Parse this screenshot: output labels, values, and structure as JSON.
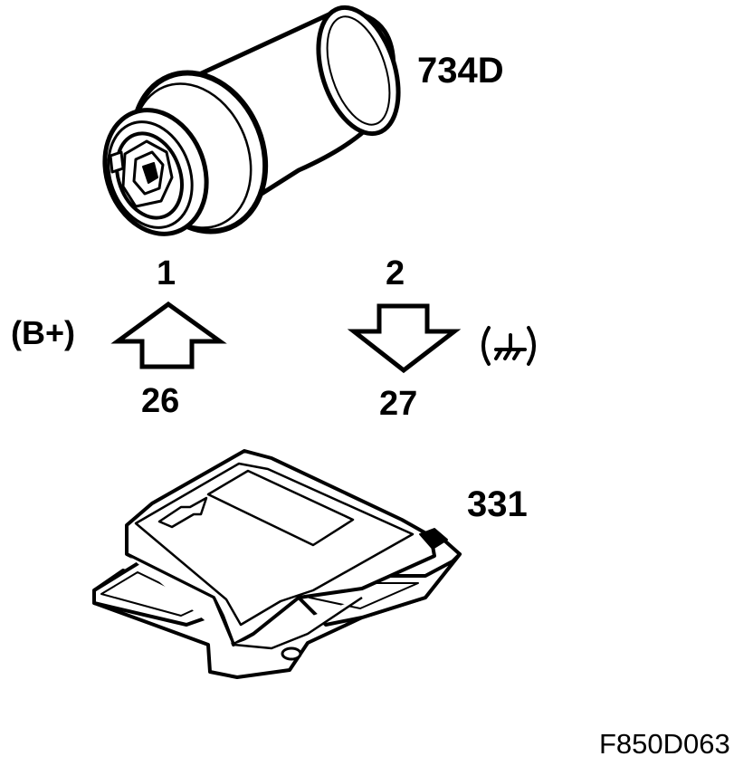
{
  "components": {
    "airbag_component": {
      "label": "734D"
    },
    "control_module": {
      "label": "331"
    }
  },
  "connections": [
    {
      "from_pin": "1",
      "to_pin": "26",
      "direction": "up",
      "signal": "(B+)"
    },
    {
      "from_pin": "2",
      "to_pin": "27",
      "direction": "down",
      "signal": "ground",
      "signal_icon": "ground-icon"
    }
  ],
  "figure_id": "F850D063"
}
